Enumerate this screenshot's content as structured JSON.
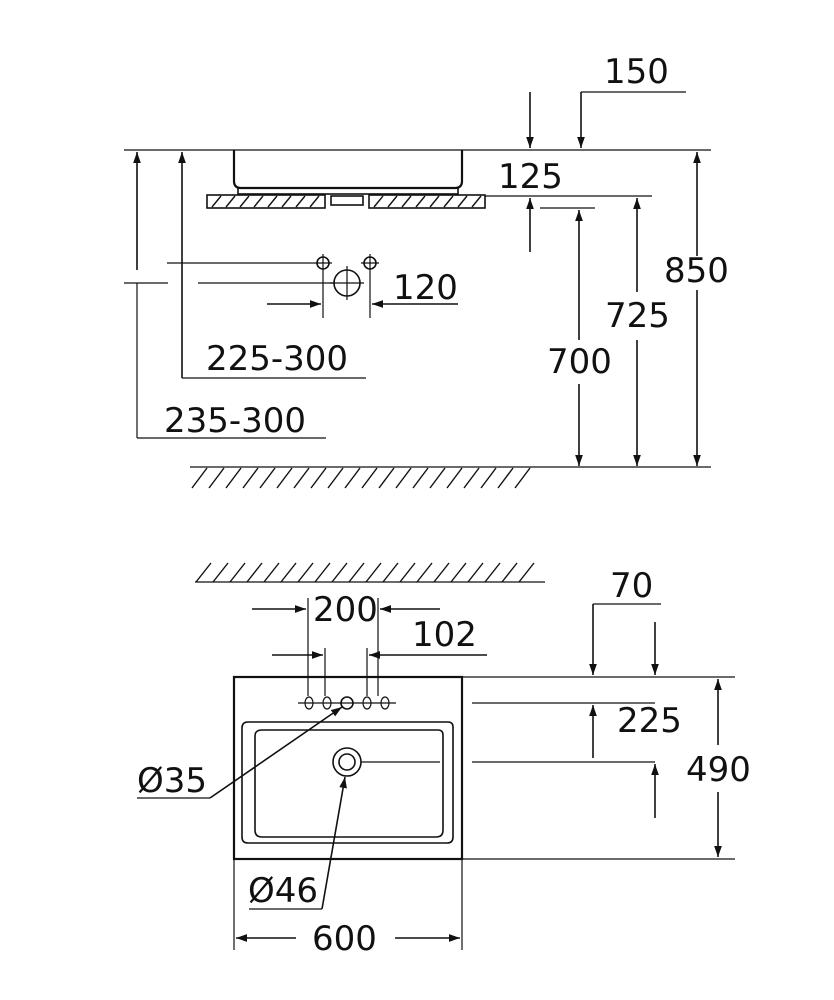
{
  "side_view": {
    "dims": {
      "d150": "150",
      "d125": "125",
      "d850": "850",
      "d725": "725",
      "d700": "700",
      "d120": "120",
      "d225_300": "225-300",
      "d235_300": "235-300"
    }
  },
  "top_view": {
    "dims": {
      "d70": "70",
      "d200": "200",
      "d102": "102",
      "d225": "225",
      "d490": "490",
      "d35": "Ø35",
      "d46": "Ø46",
      "d600": "600"
    }
  }
}
